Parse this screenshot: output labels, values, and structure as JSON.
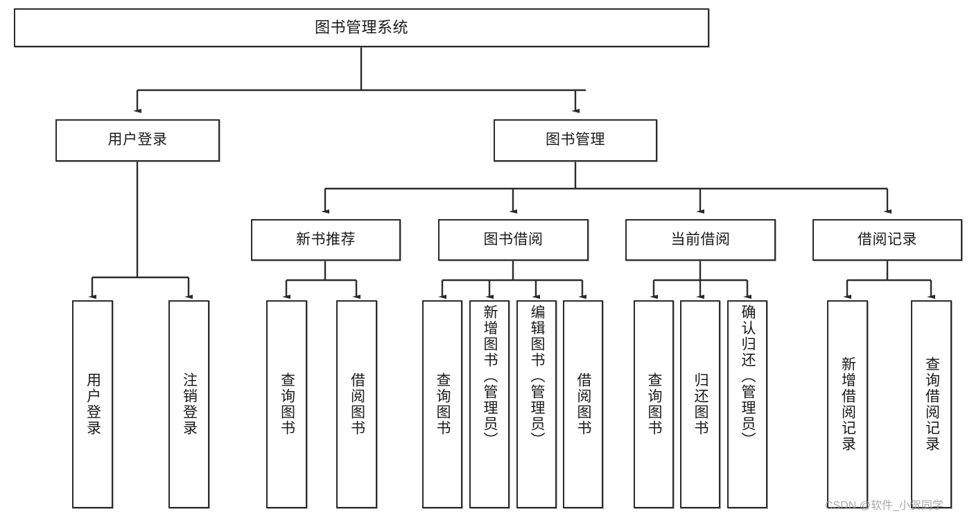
{
  "diagram": {
    "title": "图书管理系统",
    "root": {
      "label": "图书管理系统"
    },
    "level2": [
      {
        "label": "用户登录"
      },
      {
        "label": "图书管理"
      }
    ],
    "level3": [
      {
        "label": "新书推荐"
      },
      {
        "label": "图书借阅"
      },
      {
        "label": "当前借阅"
      },
      {
        "label": "借阅记录"
      }
    ],
    "leaves": {
      "user_login": [
        {
          "label": "用户登录"
        },
        {
          "label": "注销登录"
        }
      ],
      "new_book": [
        {
          "label": "查询图书"
        },
        {
          "label": "借阅图书"
        }
      ],
      "book_borrow": [
        {
          "label": "查询图书"
        },
        {
          "label": "新增图书（管理员）"
        },
        {
          "label": "编辑图书（管理员）"
        },
        {
          "label": "借阅图书"
        }
      ],
      "current_borrow": [
        {
          "label": "查询图书"
        },
        {
          "label": "归还图书"
        },
        {
          "label": "确认归还（管理员）"
        }
      ],
      "borrow_record": [
        {
          "label": "新增借阅记录"
        },
        {
          "label": "查询借阅记录"
        }
      ]
    }
  },
  "watermark": {
    "text": "CSDN @软件_小贺同学"
  },
  "colors": {
    "stroke": "#2b2b2b",
    "fill": "#ffffff",
    "text": "#1a1a1a",
    "watermark": "#9b9b9b"
  }
}
